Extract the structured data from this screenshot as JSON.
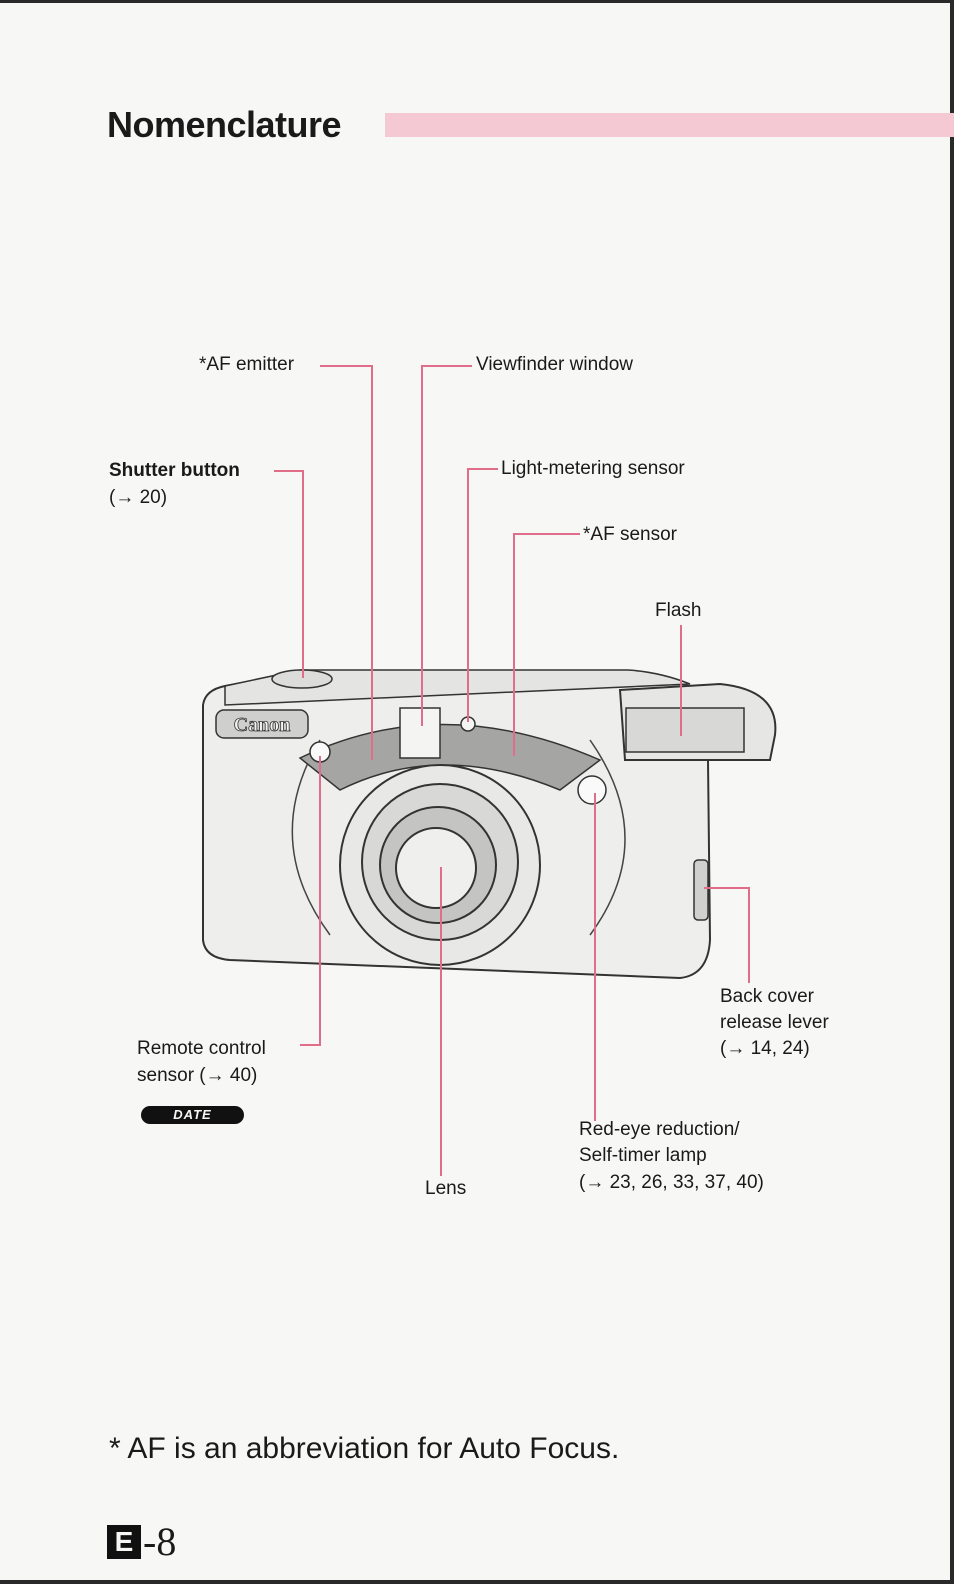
{
  "title": "Nomenclature",
  "labels": {
    "af_emitter": "*AF emitter",
    "viewfinder_window": "Viewfinder window",
    "shutter_button": "Shutter button",
    "shutter_button_ref": "(→ 20)",
    "light_metering_sensor": "Light-metering sensor",
    "af_sensor": "*AF sensor",
    "flash": "Flash",
    "back_cover_line1": "Back cover",
    "back_cover_line2": "release lever",
    "back_cover_ref": "(→ 14, 24)",
    "remote_line1": "Remote control",
    "remote_line2": "sensor (→ 40)",
    "date_badge": "DATE",
    "red_eye_line1": "Red-eye reduction/",
    "red_eye_line2": "Self-timer lamp",
    "red_eye_ref": "(→ 23, 26, 33, 37, 40)",
    "lens": "Lens"
  },
  "camera_brand": "Canon",
  "footnote": "* AF is an abbreviation for Auto Focus.",
  "page": {
    "language_code": "E",
    "number": "-8"
  },
  "colors": {
    "accent_pink": "#f4c9d3",
    "leader_line": "#e06e8a"
  }
}
